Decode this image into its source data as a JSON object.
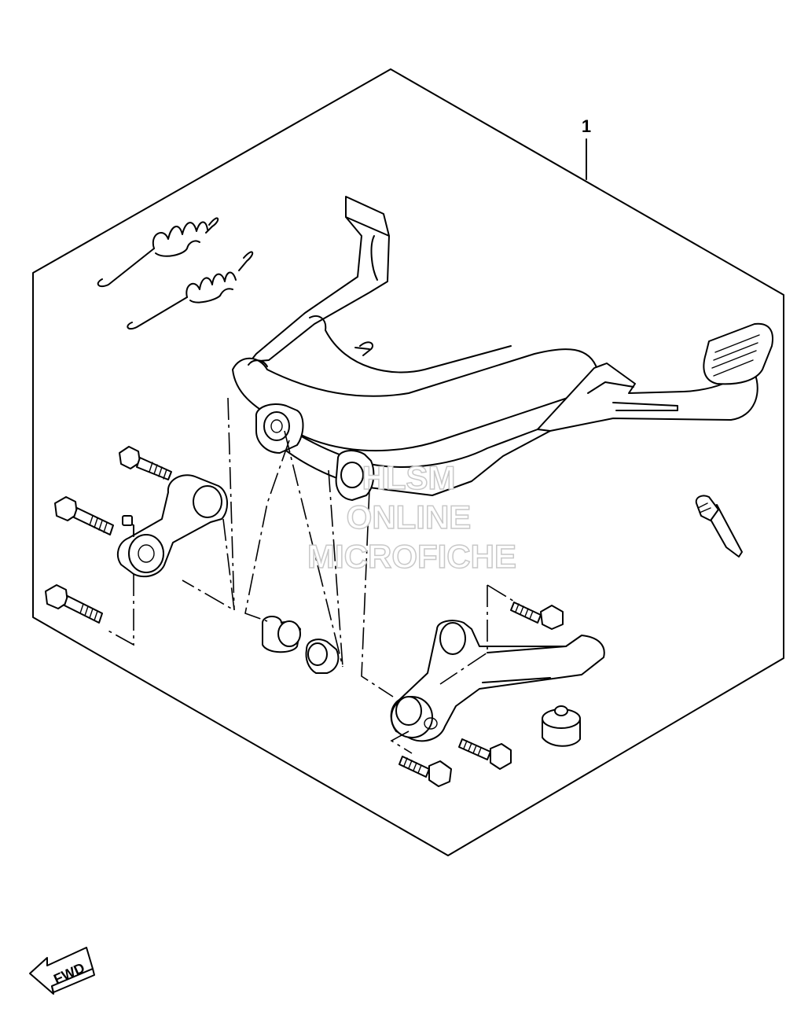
{
  "diagram": {
    "callouts": [
      {
        "label": "1"
      }
    ],
    "direction_label": "FWD"
  },
  "watermark": {
    "lines": [
      "HLSM",
      "ONLINE",
      "MICROFICHE"
    ],
    "color": "#c8c8c8"
  }
}
